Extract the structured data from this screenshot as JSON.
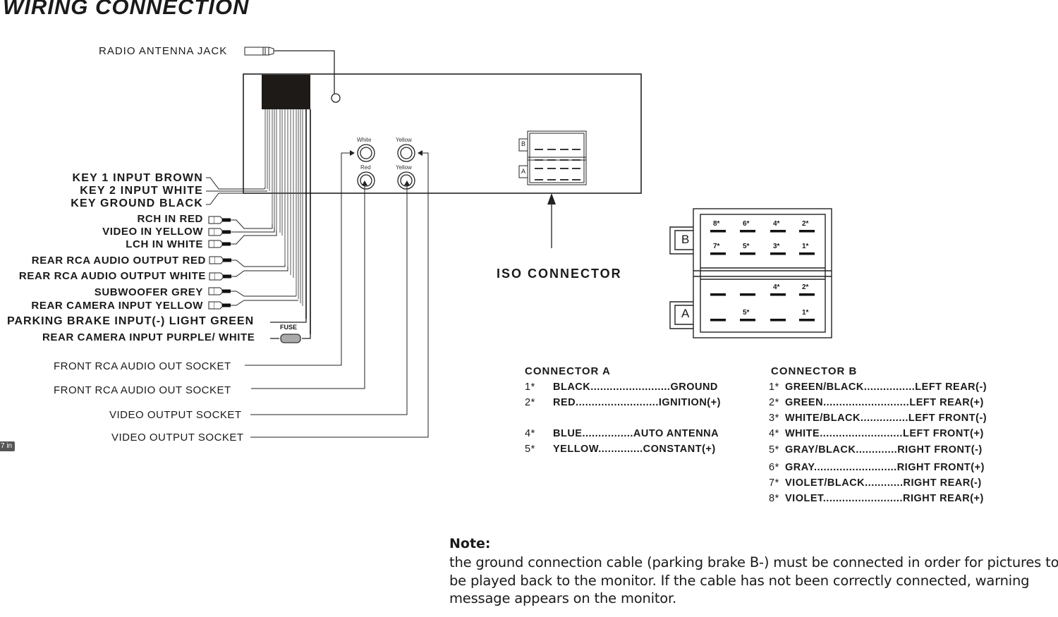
{
  "title": "WIRING CONNECTION",
  "antenna": {
    "label": "RADIO ANTENNA JACK"
  },
  "wires": [
    {
      "label": "KEY 1 INPUT  BROWN"
    },
    {
      "label": "KEY 2 INPUT WHITE"
    },
    {
      "label": "KEY GROUND BLACK"
    },
    {
      "label": "RCH IN RED"
    },
    {
      "label": "VIDEO IN YELLOW"
    },
    {
      "label": "LCH IN WHITE"
    },
    {
      "label": "REAR RCA AUDIO OUTPUT RED"
    },
    {
      "label": "REAR RCA AUDIO OUTPUT WHITE"
    },
    {
      "label": "SUBWOOFER GREY"
    },
    {
      "label": "REAR CAMERA INPUT YELLOW"
    },
    {
      "label": "PARKING BRAKE INPUT(-)  LIGHT GREEN"
    },
    {
      "label": "REAR CAMERA INPUT PURPLE/ WHITE"
    }
  ],
  "fuse_label": "FUSE",
  "sockets": [
    {
      "label": "FRONT RCA AUDIO OUT SOCKET"
    },
    {
      "label": "FRONT RCA AUDIO OUT SOCKET"
    },
    {
      "label": "VIDEO OUTPUT SOCKET"
    },
    {
      "label": "VIDEO OUTPUT SOCKET"
    }
  ],
  "jacks": [
    {
      "label": "White"
    },
    {
      "label": "Yellow"
    },
    {
      "label": "Red"
    },
    {
      "label": "Yellow"
    }
  ],
  "iso_connector": {
    "label": "ISO CONNECTOR",
    "block_b": {
      "letter": "B",
      "top_pins": [
        "8*",
        "6*",
        "4*",
        "2*"
      ],
      "bottom_pins": [
        "7*",
        "5*",
        "3*",
        "1*"
      ]
    },
    "block_a": {
      "letter": "A",
      "top_pins": [
        "",
        "",
        "4*",
        "2*"
      ],
      "bottom_pins": [
        "",
        "5*",
        "",
        "1*"
      ]
    }
  },
  "connector_a": {
    "title": "CONNECTOR A",
    "rows": [
      {
        "pin": "1*",
        "text": "BLACK.........................GROUND"
      },
      {
        "pin": "2*",
        "text": "RED..........................IGNITION(+)"
      },
      {
        "pin": "4*",
        "text": "BLUE................AUTO ANTENNA"
      },
      {
        "pin": "5*",
        "text": "YELLOW..............CONSTANT(+)"
      }
    ]
  },
  "connector_b": {
    "title": "CONNECTOR B",
    "rows": [
      {
        "pin": "1*",
        "text": "GREEN/BLACK................LEFT REAR(-)"
      },
      {
        "pin": "2*",
        "text": "GREEN...........................LEFT REAR(+)"
      },
      {
        "pin": "3*",
        "text": "WHITE/BLACK...............LEFT FRONT(-)"
      },
      {
        "pin": "4*",
        "text": "WHITE..........................LEFT FRONT(+)"
      },
      {
        "pin": "5*",
        "text": "GRAY/BLACK.............RIGHT FRONT(-)"
      },
      {
        "pin": "6*",
        "text": "GRAY..........................RIGHT FRONT(+)"
      },
      {
        "pin": "7*",
        "text": "VIOLET/BLACK............RIGHT REAR(-)"
      },
      {
        "pin": "8*",
        "text": "VIOLET.........................RIGHT REAR(+)"
      }
    ]
  },
  "note": {
    "title": "Note:",
    "body": "the ground connection cable (parking brake B-) must be connected in order for pictures to be played back to the monitor. If the cable has not been correctly connected, warning message appears on the monitor."
  },
  "badge": "7 in"
}
